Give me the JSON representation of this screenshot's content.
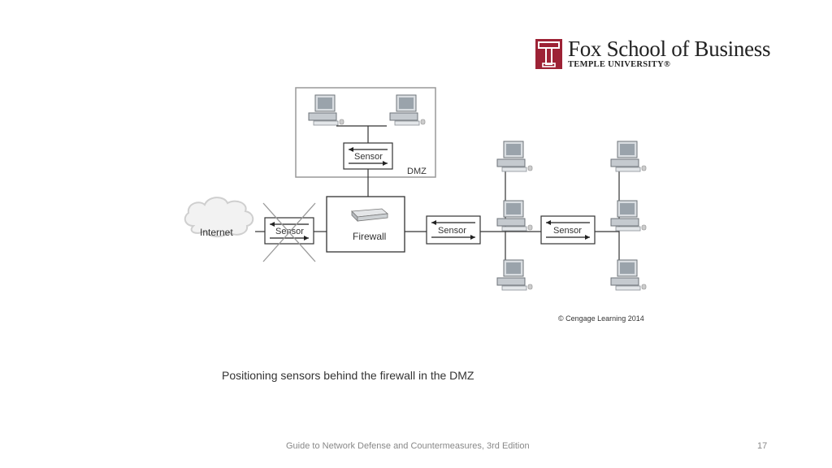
{
  "logo": {
    "school": "Fox School of Business",
    "university": "TEMPLE UNIVERSITY®",
    "color": "#9d2235"
  },
  "diagram": {
    "dmz_label": "DMZ",
    "internet_label": "Internet",
    "firewall_label": "Firewall",
    "sensor_label": "Sensor",
    "copyright": "© Cengage Learning 2014"
  },
  "caption": "Positioning sensors behind the firewall in the DMZ",
  "footer": {
    "text": "Guide to Network Defense and Countermeasures, 3rd  Edition",
    "page": "17"
  }
}
